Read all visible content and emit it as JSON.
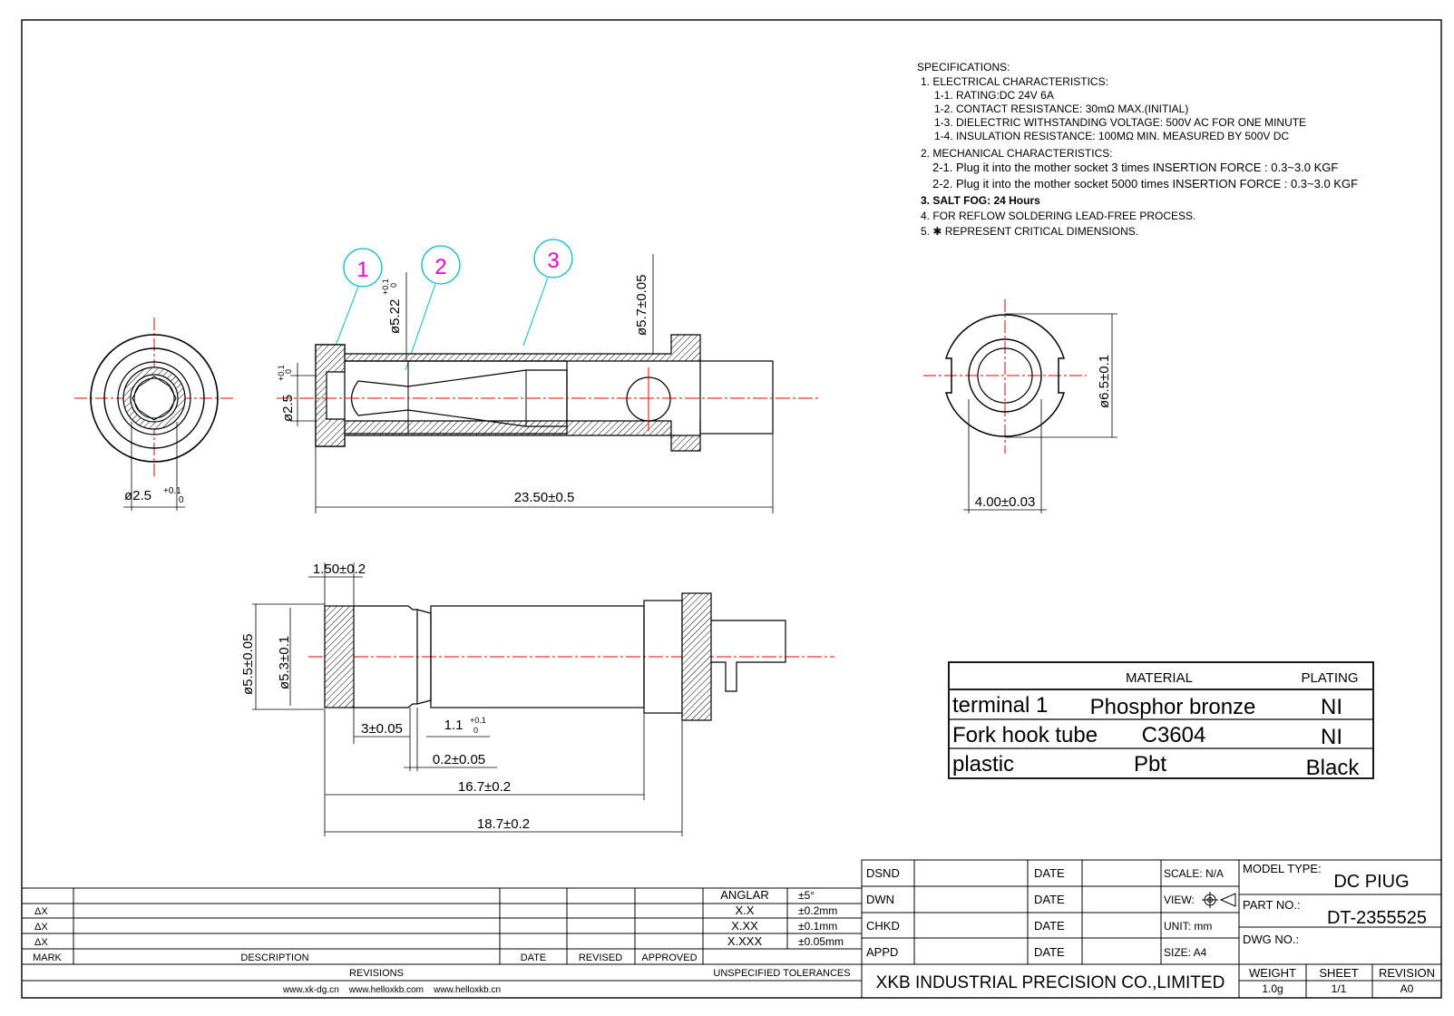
{
  "specs": {
    "header": "SPECIFICATIONS:",
    "lines": [
      "1. ELECTRICAL CHARACTERISTICS:",
      "1-1. RATING:DC 24V 6A",
      "1-2. CONTACT RESISTANCE: 30mΩ MAX.(INITIAL)",
      "1-3. DIELECTRIC WITHSTANDING VOLTAGE: 500V AC FOR ONE MINUTE",
      "1-4. INSULATION RESISTANCE: 100MΩ MIN. MEASURED BY 500V DC",
      "2. MECHANICAL CHARACTERISTICS:",
      "2-1. Plug it into the mother socket 3 times INSERTION FORCE : 0.3~3.0 KGF",
      "2-2. Plug it into the mother socket 5000 times INSERTION FORCE : 0.3~3.0 KGF",
      "3. SALT FOG: 24 Hours",
      "4. FOR REFLOW SOLDERING LEAD-FREE PROCESS.",
      "5. ✱ REPRESENT CRITICAL DIMENSIONS."
    ]
  },
  "balloons": [
    "1",
    "2",
    "3"
  ],
  "dims": {
    "d2_5_left": "ø2.5",
    "tol_plus": "+0.1",
    "tol_zero": "0",
    "d2_5_side": "ø2.5",
    "d5_22": "ø5.22",
    "d5_7": "ø5.7±0.05",
    "len_23_5": "23.50±0.5",
    "d6_5": "ø6.5±0.1",
    "w_4_00": "4.00±0.03",
    "w_1_50": "1.50±0.2",
    "d5_5": "ø5.5±0.05",
    "d5_3": "ø5.3±0.1",
    "w_3": "3±0.05",
    "w_1_1": "1.1",
    "w_0_2": "0.2±0.05",
    "len_16_7": "16.7±0.2",
    "len_18_7": "18.7±0.2"
  },
  "material_table": {
    "headers": [
      "MATERIAL",
      "PLATING"
    ],
    "rows": [
      {
        "part": "terminal 1",
        "material": "Phosphor bronze",
        "plating": "NI"
      },
      {
        "part": "Fork hook tube",
        "material": "C3604",
        "plating": "NI"
      },
      {
        "part": "plastic",
        "material": "Pbt",
        "plating": "Black"
      }
    ]
  },
  "revisions": {
    "marks": [
      "ΔX",
      "ΔX",
      "ΔX"
    ],
    "headers": [
      "MARK",
      "DESCRIPTION",
      "DATE",
      "REVISED",
      "APPROVED"
    ],
    "footer": "REVISIONS",
    "websites": "www.xk-dg.cn    www.helloxkb.com    www.helloxkb.cn"
  },
  "tolerances": {
    "rows": [
      {
        "label": "ANGLAR",
        "value": "±5°"
      },
      {
        "label": "X.X",
        "value": "±0.2mm"
      },
      {
        "label": "X.XX",
        "value": "±0.1mm"
      },
      {
        "label": "X.XXX",
        "value": "±0.05mm"
      }
    ],
    "footer": "UNSPECIFIED TOLERANCES"
  },
  "signoff": {
    "rows": [
      "DSND",
      "DWN",
      "CHKD",
      "APPD"
    ],
    "date": "DATE",
    "scale": "SCALE: N/A",
    "view": "VIEW:",
    "unit": "UNIT: mm",
    "size": "SIZE: A4",
    "company": "XKB INDUSTRIAL PRECISION CO.,LIMITED"
  },
  "title_block": {
    "model_type_label": "MODEL TYPE:",
    "model_type": "DC PIUG",
    "part_no_label": "PART NO.:",
    "part_no": "DT-2355525",
    "dwg_no_label": "DWG NO.:",
    "weight_label": "WEIGHT",
    "weight": "1.0g",
    "sheet_label": "SHEET",
    "sheet": "1/1",
    "revision_label": "REVISION",
    "revision": "A0"
  }
}
